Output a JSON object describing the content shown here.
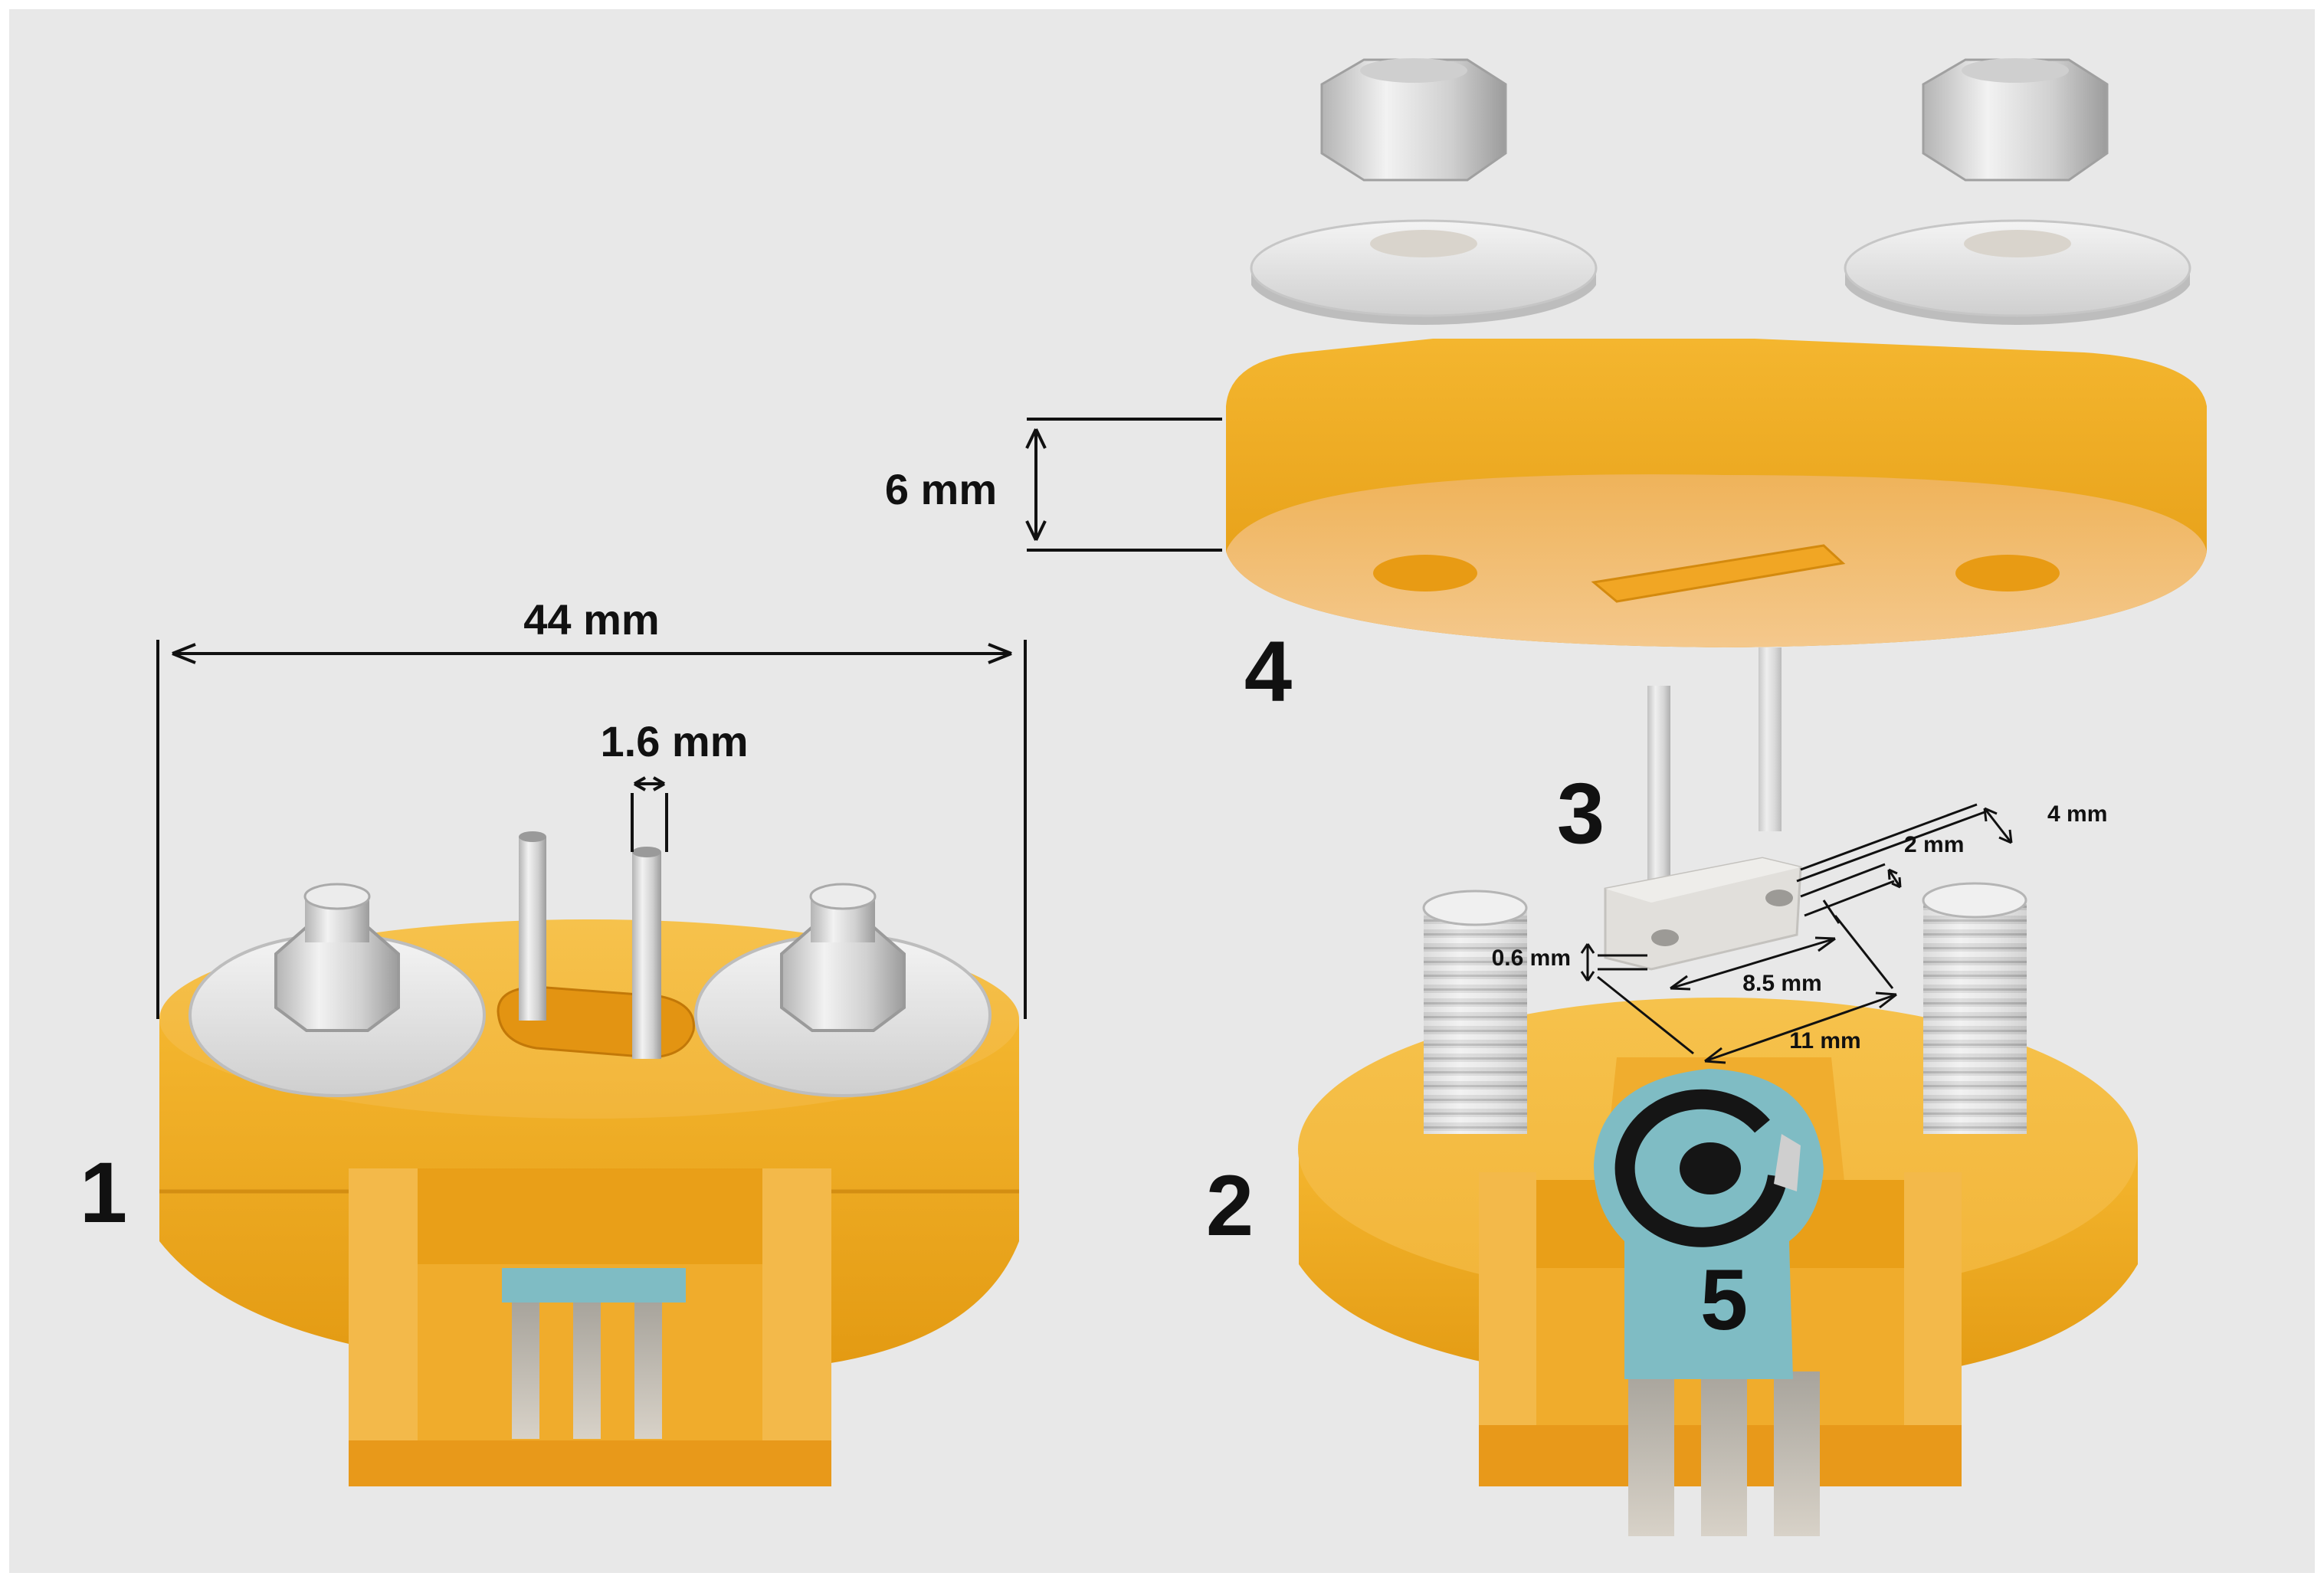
{
  "figure": {
    "background": "#e8e8e8",
    "part_color": "#f0b433",
    "metal_color": "#c9c9c9",
    "electrode_color": "#7fbcc4"
  },
  "labels": {
    "assembled": "1",
    "base": "2",
    "chip": "3",
    "lid": "4",
    "electrode": "5"
  },
  "dimensions": {
    "overall_width": "44 mm",
    "tube_diameter": "1.6 mm",
    "lid_thickness": "6 mm",
    "chip_height": "0.6 mm",
    "chip_depth": "2 mm",
    "chip_width": "4 mm",
    "channel_length": "8.5 mm",
    "chip_length": "11 mm"
  }
}
